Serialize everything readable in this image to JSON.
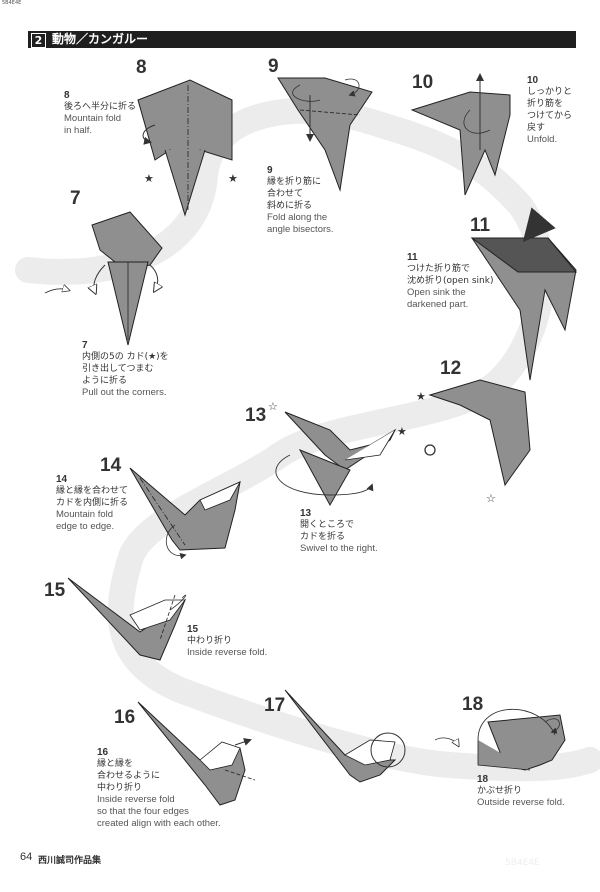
{
  "corner_mark": "5B4E4E",
  "header": {
    "chapter_number": "2",
    "title": "動物／カンガルー"
  },
  "steps": [
    {
      "num": "7",
      "caption": {
        "num": "7",
        "jp": [
          "内側の5の カド(★)を",
          "引き出してつまむ",
          "ように折る"
        ],
        "en": [
          "Pull out the corners."
        ]
      }
    },
    {
      "num": "8",
      "caption": {
        "num": "8",
        "jp": [
          "後ろへ半分に折る"
        ],
        "en": [
          "Mountain fold",
          "in half."
        ]
      }
    },
    {
      "num": "9",
      "caption": {
        "num": "9",
        "jp": [
          "縁を折り筋に",
          "合わせて",
          "斜めに折る"
        ],
        "en": [
          "Fold along the",
          "angle bisectors."
        ]
      }
    },
    {
      "num": "10",
      "caption": {
        "num": "10",
        "jp": [
          "しっかりと",
          "折り筋を",
          "つけてから",
          "戻す"
        ],
        "en": [
          "Unfold."
        ]
      }
    },
    {
      "num": "11",
      "caption": {
        "num": "11",
        "jp": [
          "つけた折り筋で",
          "沈め折り(open sink)"
        ],
        "en": [
          "Open sink the",
          "darkened part."
        ]
      }
    },
    {
      "num": "12",
      "caption": null
    },
    {
      "num": "13",
      "caption": {
        "num": "13",
        "jp": [
          "開くところで",
          "カドを折る"
        ],
        "en": [
          "Swivel to the right."
        ]
      }
    },
    {
      "num": "14",
      "caption": {
        "num": "14",
        "jp": [
          "縁と縁を合わせて",
          "カドを内側に折る"
        ],
        "en": [
          "Mountain fold",
          "edge to edge."
        ]
      }
    },
    {
      "num": "15",
      "caption": {
        "num": "15",
        "jp": [
          "中わり折り"
        ],
        "en": [
          "Inside reverse fold."
        ]
      }
    },
    {
      "num": "16",
      "caption": {
        "num": "16",
        "jp": [
          "縁と縁を",
          "合わせるように",
          "中わり折り"
        ],
        "en": [
          "Inside reverse fold",
          "so that the four edges",
          "created align with each other."
        ]
      }
    },
    {
      "num": "17",
      "caption": null
    },
    {
      "num": "18",
      "caption": {
        "num": "18",
        "jp": [
          "かぶせ折り"
        ],
        "en": [
          "Outside reverse fold."
        ]
      }
    }
  ],
  "footer": {
    "page_number": "64",
    "book_title": "西川誠司作品集"
  },
  "watermark": "5B4E4E",
  "colors": {
    "paper": "#8f8f8f",
    "paper_dark": "#555555",
    "band": "#ebebeb",
    "header": "#1f1f1f"
  }
}
